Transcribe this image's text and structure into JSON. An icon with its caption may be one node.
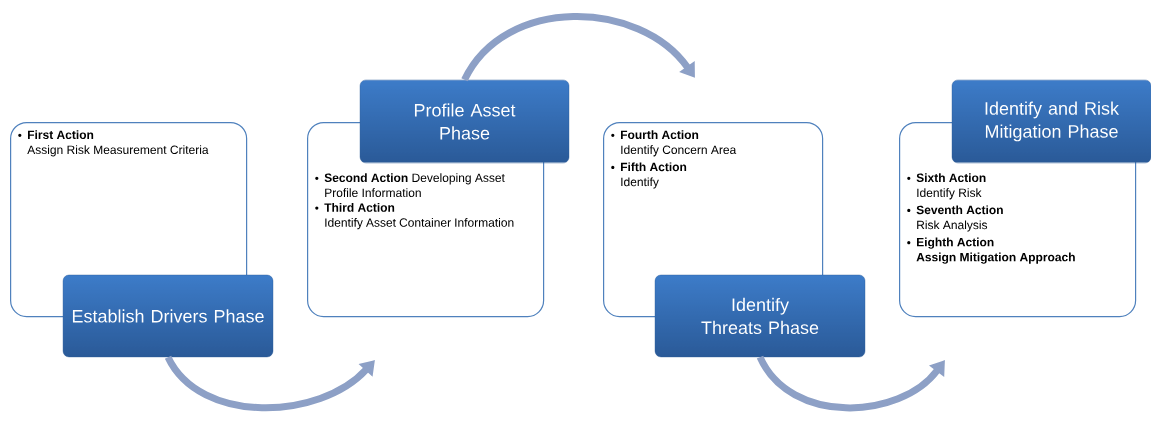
{
  "diagram": {
    "nodes": [
      {
        "text": [
          "First Action",
          "Assign Risk Measurement Criteria"
        ]
      },
      {
        "text": [
          "Establish Drivers Phase"
        ]
      },
      {
        "text": [
          "Profile Asset Phase"
        ]
      },
      {
        "text": [
          "Second Action",
          "Developing Asset Profile Information",
          "Third Action",
          "Identify Asset Container Information"
        ]
      },
      {
        "text": [
          "Fourth Action",
          "Identify Concern Area",
          "Fifth Action",
          "Identify"
        ]
      },
      {
        "text": [
          "Identify Threats Phase"
        ]
      },
      {
        "text": [
          "Identify and Risk Mitigation Phase"
        ]
      },
      {
        "text": [
          "Sixth Action",
          "Identify Risk",
          "Seventh Action",
          "Risk Analysis",
          "Eighth Action",
          "Assign Mitigation Approach"
        ]
      }
    ],
    "edges": [
      {
        "from": 1,
        "to": null,
        "arrow": "to"
      },
      {
        "from": 2,
        "to": null,
        "arrow": "to"
      },
      {
        "from": 5,
        "to": null,
        "arrow": "to"
      }
    ]
  }
}
